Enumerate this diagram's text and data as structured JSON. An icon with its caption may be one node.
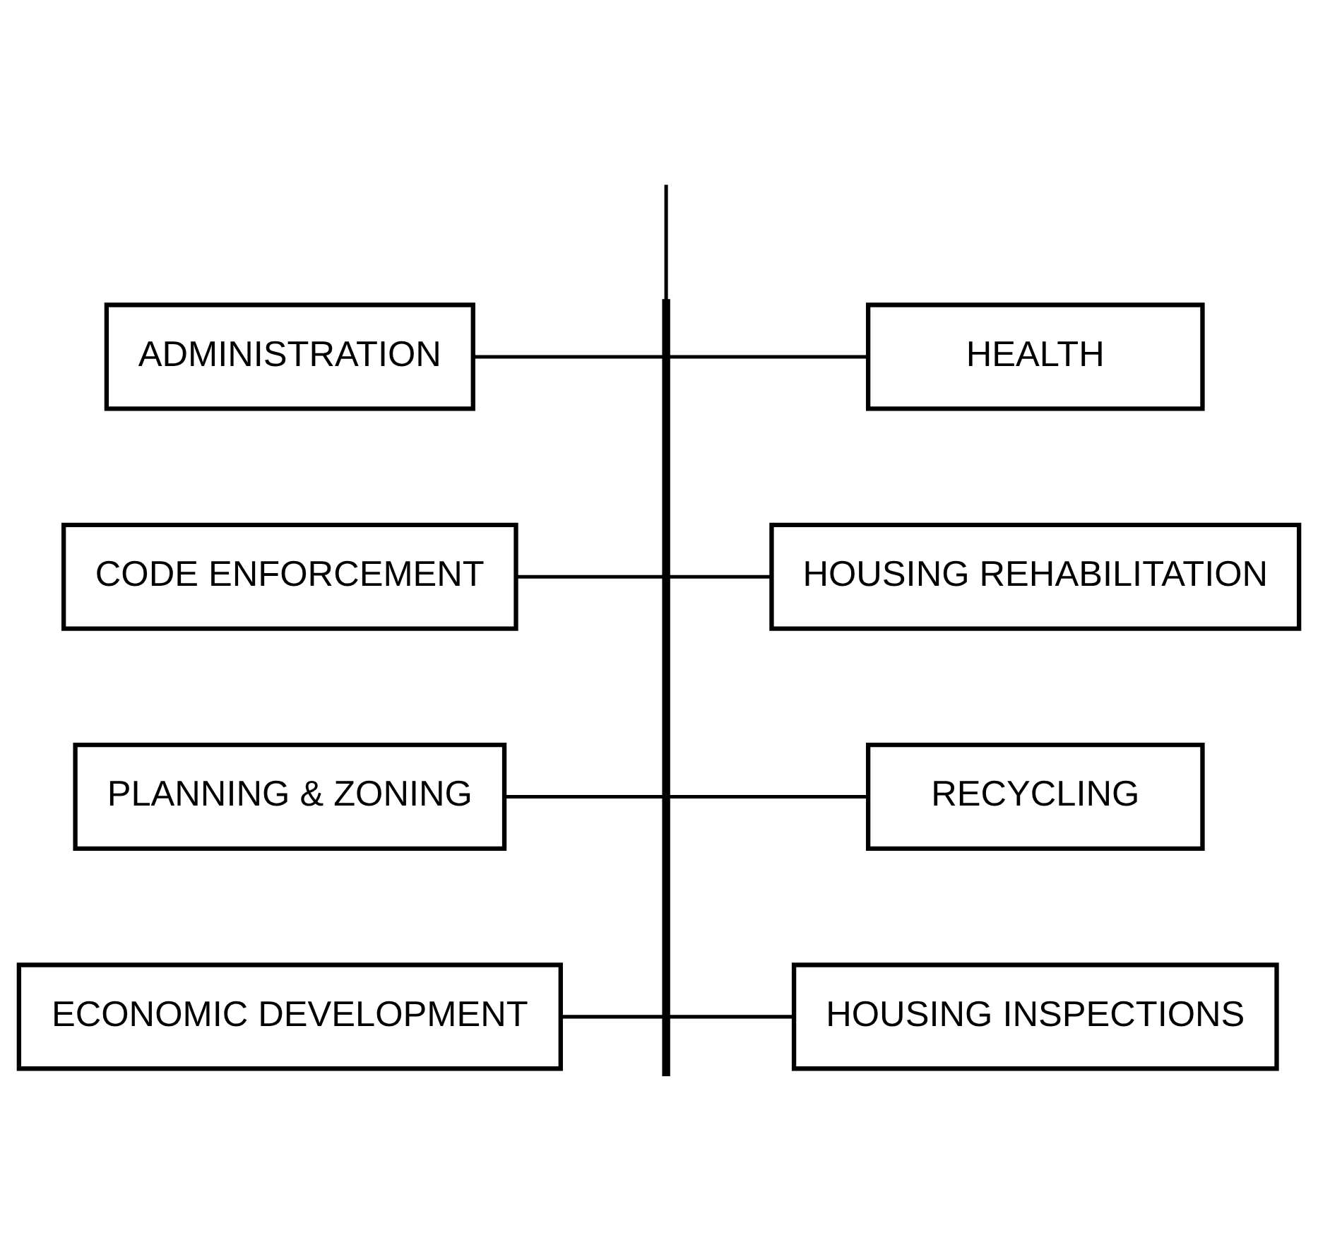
{
  "diagram": {
    "nodes": [
      {
        "text": [],
        "shape": "bar"
      },
      {
        "text": [
          "ADMINISTRATION"
        ]
      },
      {
        "text": [
          "HEALTH"
        ]
      },
      {
        "text": [
          "CODE ENFORCEMENT"
        ]
      },
      {
        "text": [
          "HOUSING REHABILITATION"
        ]
      },
      {
        "text": [
          "PLANNING & ZONING"
        ]
      },
      {
        "text": [
          "RECYCLING"
        ]
      },
      {
        "text": [
          "ECONOMIC DEVELOPMENT"
        ]
      },
      {
        "text": [
          "HOUSING INSPECTIONS"
        ]
      }
    ],
    "edges": [
      {
        "from": null,
        "to": 0,
        "arrow": "none"
      },
      {
        "from": 1,
        "to": 0,
        "arrow": "none"
      },
      {
        "from": 0,
        "to": 2,
        "arrow": "none"
      },
      {
        "from": 3,
        "to": 0,
        "arrow": "none"
      },
      {
        "from": 0,
        "to": 4,
        "arrow": "none"
      },
      {
        "from": 5,
        "to": 0,
        "arrow": "none"
      },
      {
        "from": 0,
        "to": 6,
        "arrow": "none"
      },
      {
        "from": 7,
        "to": 0,
        "arrow": "none"
      },
      {
        "from": 0,
        "to": 8,
        "arrow": "none"
      }
    ]
  }
}
